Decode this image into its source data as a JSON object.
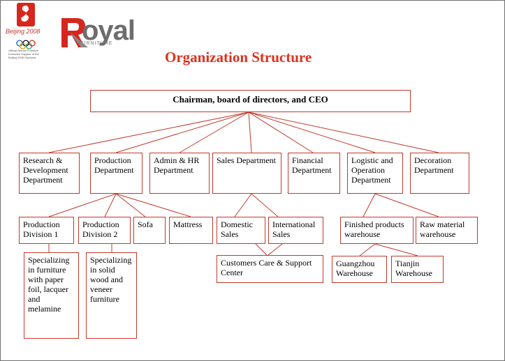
{
  "header": {
    "title": "Organization Structure",
    "olympic_caption": "Beijing 2008",
    "olympic_small_text": [
      "Official Bronze Furniture",
      "Exclusive Supplier of the",
      "Beijing 2008 Olympics"
    ],
    "brand_word": "oyal",
    "brand_sub": "FURNITURE"
  },
  "colors": {
    "box_border": "#c0392b",
    "title": "#e0301e",
    "connector": "#c0392b",
    "brand_gray": "#6d6d6d"
  },
  "icons": {
    "olympic": "beijing-olympic-emblem",
    "brand": "royal-furniture-logo"
  },
  "org": {
    "ceo": "Chairman, board of directors, and CEO",
    "departments": {
      "rnd": "Research & Development Department",
      "production": "Production Department",
      "admin": "Admin & HR Department",
      "sales": "Sales Department",
      "financial": "Financial Department",
      "logistic": "Logistic  and Operation Department",
      "decoration": "Decoration Department"
    },
    "production_units": {
      "div1": "Production Division 1",
      "div2": "Production Division 2",
      "sofa": "Sofa",
      "mattress": "Mattress"
    },
    "production_desc": {
      "div1": "Specializing in furniture with paper foil, lacquer and melamine",
      "div2": "Specializing in solid wood and veneer furniture"
    },
    "sales_units": {
      "domestic": "Domestic Sales",
      "international": "International Sales",
      "customer_care": "Customers Care & Support Center"
    },
    "logistic_units": {
      "finished": "Finished products warehouse",
      "raw": "Raw material warehouse",
      "guangzhou": "Guangzhou Warehouse",
      "tianjin": "Tianjin Warehouse"
    }
  }
}
